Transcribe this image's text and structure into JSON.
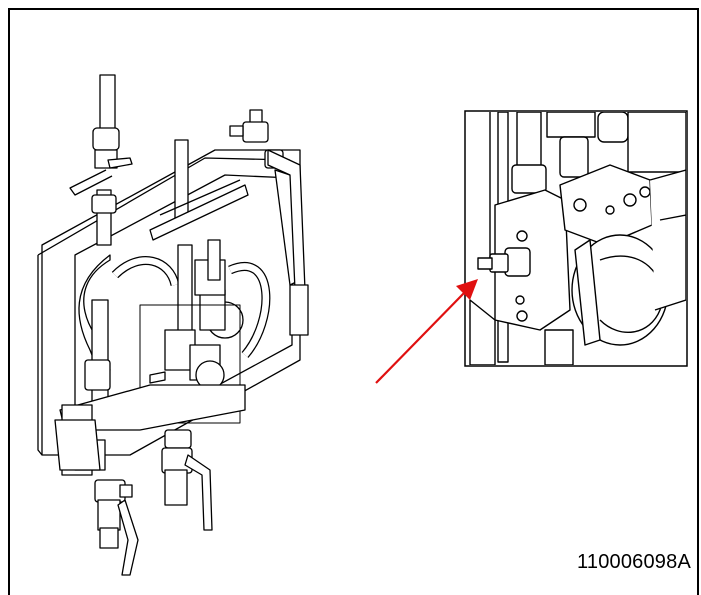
{
  "figure": {
    "document_id": "110006098A",
    "arrow_color": "#e01010",
    "line_color": "#000000",
    "fill_color": "#ffffff",
    "components": {
      "overview": "hydraulic-unit-overview-illustration",
      "detail": "quick-coupling-detail-inset",
      "pointer": "red-arrow-pointing-to-coupling"
    }
  }
}
